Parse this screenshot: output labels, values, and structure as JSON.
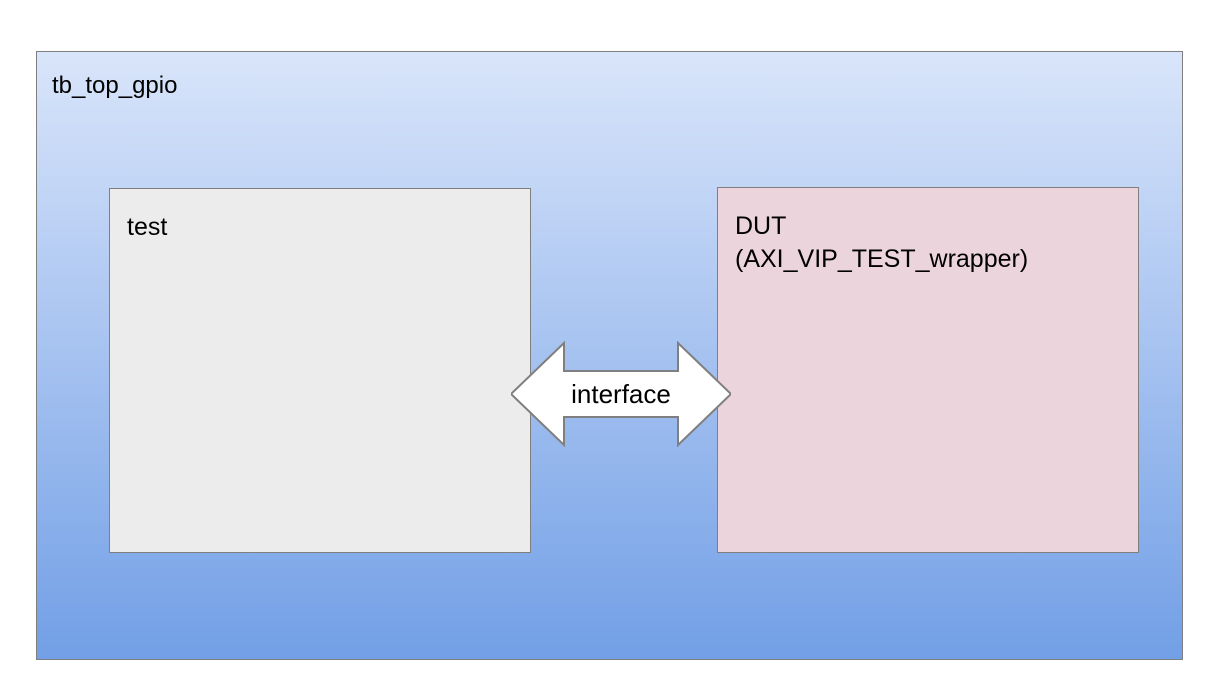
{
  "diagram": {
    "title": "tb_top_gpio",
    "container": {
      "label": "tb_top_gpio",
      "fill_top": "#d9e5fa",
      "fill_bottom": "#729fe6",
      "border_color": "#7f7f7f"
    },
    "blocks": [
      {
        "id": "test",
        "label": "test",
        "fill": "#ececec",
        "border_color": "#7f7f7f"
      },
      {
        "id": "dut",
        "label": "DUT\n(AXI_VIP_TEST_wrapper)",
        "line1": "DUT",
        "line2": "(AXI_VIP_TEST_wrapper)",
        "fill": "#ecd4dd",
        "border_color": "#7f7f7f"
      }
    ],
    "connector": {
      "id": "interface",
      "label": "interface",
      "kind": "double-headed-arrow",
      "fill": "#ffffff",
      "stroke": "#7f7f7f"
    }
  }
}
